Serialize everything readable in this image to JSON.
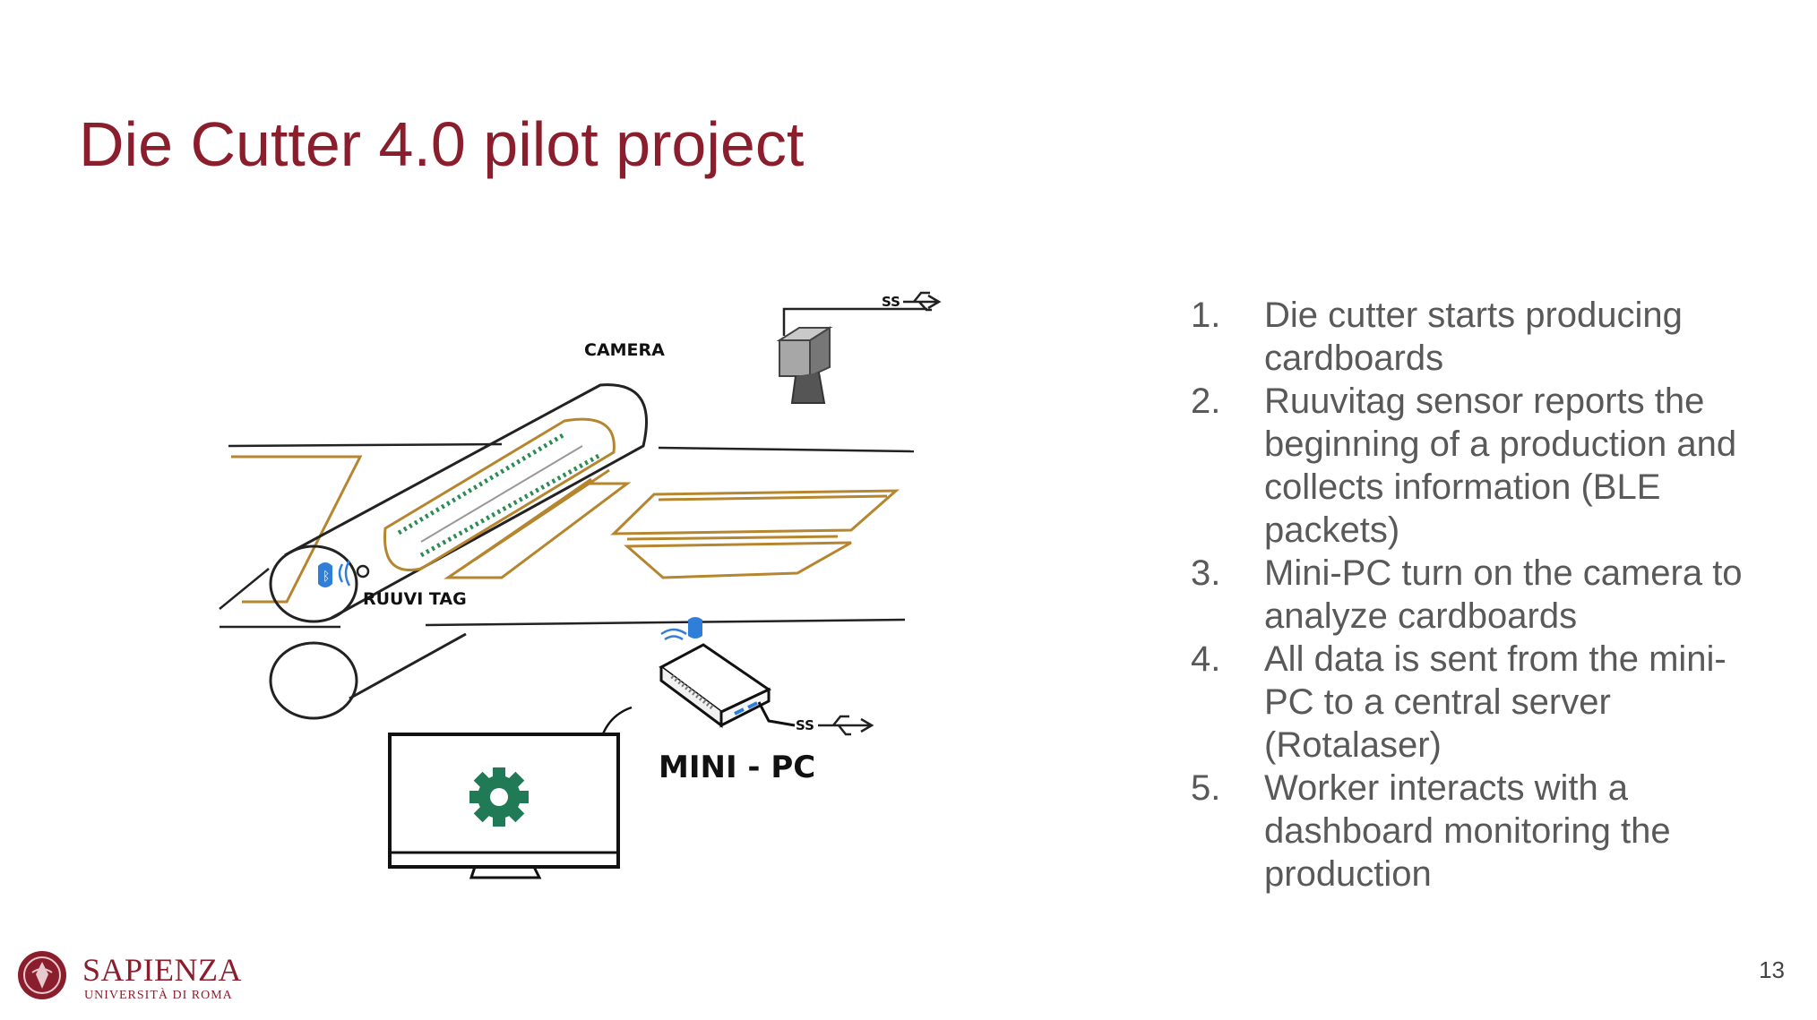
{
  "slide": {
    "title": "Die Cutter 4.0 pilot project",
    "page_number": "13"
  },
  "diagram": {
    "camera_label": "CAMERA",
    "ruuvitag_label": "RUUVI TAG",
    "minipc_label": "MINI - PC",
    "usb_label_1": "SS",
    "usb_label_2": "SS"
  },
  "steps": [
    {
      "num": "1.",
      "text": "Die cutter starts producing cardboards"
    },
    {
      "num": "2.",
      "text": "Ruuvitag sensor reports the beginning of a production and collects information (BLE packets)"
    },
    {
      "num": "3.",
      "text": "Mini-PC turn on the camera to analyze cardboards"
    },
    {
      "num": "4.",
      "text": "All data is sent from the mini-PC to a central server (Rotalaser)"
    },
    {
      "num": "5.",
      "text": "Worker interacts with a dashboard monitoring the production"
    }
  ],
  "logo": {
    "name": "SAPIENZA",
    "subtitle": "UNIVERSITÀ DI ROMA"
  },
  "colors": {
    "title": "#8b1e2d",
    "body_text": "#595959",
    "cardboard": "#b5862f",
    "die_pattern": "#2e8b57",
    "gear": "#1f7a55",
    "bluetooth": "#2f7fd8"
  }
}
